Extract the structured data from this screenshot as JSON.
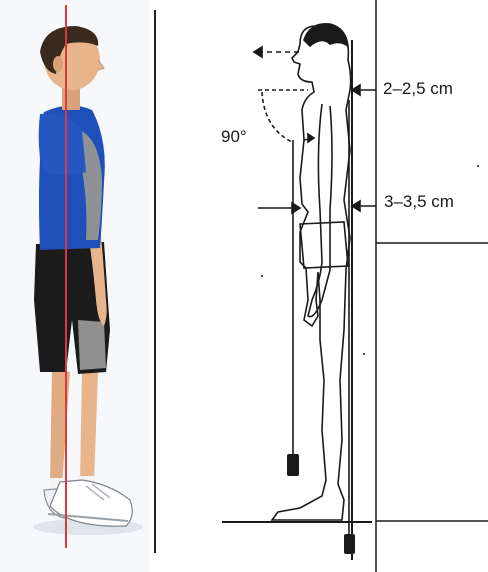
{
  "diagram": {
    "angle_label": "90°",
    "neck_distance_label": "2–2,5 cm",
    "lumbar_distance_label": "3–3,5 cm",
    "colors": {
      "plumb_line": "#d93a3a",
      "shirt": "#1f4fb8",
      "shirt_side": "#9a9a9a",
      "shorts": "#1b1b1b",
      "skin": "#e7b48c",
      "hair": "#3a2a1e",
      "ink": "#1a1a1a"
    },
    "icons": [
      "arrow-icon",
      "angle-arc-icon",
      "plumb-weight-icon"
    ]
  }
}
